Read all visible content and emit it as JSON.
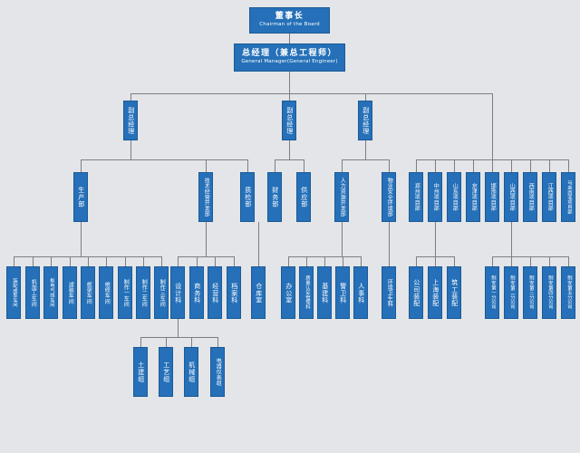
{
  "chart": {
    "title_cn": "董事长",
    "title_en": "Chairman of the Board",
    "nodes": {
      "chairman": {
        "cn": "董事长",
        "en": "Chairman of the Board"
      },
      "gm": {
        "cn": "总经理（兼总工程师）",
        "en": "General Manager(General Engineer)"
      },
      "vgm1": {
        "label": "副总经理"
      },
      "vgm2": {
        "label": "副总经理"
      },
      "vgm3": {
        "label": "副总经理"
      }
    },
    "departments": [
      {
        "label": "生产部"
      },
      {
        "label": "技术经营开发部"
      },
      {
        "label": "质检部"
      },
      {
        "label": "财务部"
      },
      {
        "label": "供应部"
      },
      {
        "label": "人力资源开发部"
      },
      {
        "label": "物业安全环境部"
      }
    ],
    "project_departments": [
      {
        "label": "郑州项目部"
      },
      {
        "label": "中州项目部"
      },
      {
        "label": "山东项目部"
      },
      {
        "label": "京津项目部"
      },
      {
        "label": "邯邢项目部"
      },
      {
        "label": "山西项目部"
      },
      {
        "label": "西南项目部"
      },
      {
        "label": "江西项目部"
      },
      {
        "label": "马来西亚项目部"
      }
    ],
    "production_workshops": [
      {
        "label": "装配成型车间"
      },
      {
        "label": "机加工车间"
      },
      {
        "label": "板电气线车间"
      },
      {
        "label": "滤装车间"
      },
      {
        "label": "框架车间"
      },
      {
        "label": "维修车间"
      },
      {
        "label": "制作一车间"
      },
      {
        "label": "制作二车间"
      },
      {
        "label": "制作三车间"
      }
    ],
    "tech_sections": [
      {
        "label": "设计科"
      },
      {
        "label": "商务科"
      },
      {
        "label": "经营科"
      },
      {
        "label": "档案科"
      }
    ],
    "tech_groups": [
      {
        "label": "土建组"
      },
      {
        "label": "工艺组"
      },
      {
        "label": "机械组"
      },
      {
        "label": "电器仪表组"
      }
    ],
    "supply_sections": [
      {
        "label": "仓库室"
      }
    ],
    "hr_sections": [
      {
        "label": "办公室"
      },
      {
        "label": "质量认证管理科"
      },
      {
        "label": "基建科"
      },
      {
        "label": "警卫科"
      },
      {
        "label": "人事科"
      }
    ],
    "property_sections": [
      {
        "label": "环境卫生科"
      }
    ],
    "assembly_units": [
      {
        "label": "公司装配"
      },
      {
        "label": "上海装配"
      },
      {
        "label": "筑工装配"
      }
    ],
    "branch_companies": [
      {
        "label": "制安第一分公司"
      },
      {
        "label": "制安第二分公司"
      },
      {
        "label": "制安第三分公司"
      },
      {
        "label": "制安第四分公司"
      },
      {
        "label": "制安第五分公司"
      }
    ],
    "colors": {
      "box_fill": "#2570b8",
      "box_border": "#1b5a97",
      "connector": "#7b7f84",
      "background": "#e3e5e8",
      "text": "#ffffff"
    }
  }
}
